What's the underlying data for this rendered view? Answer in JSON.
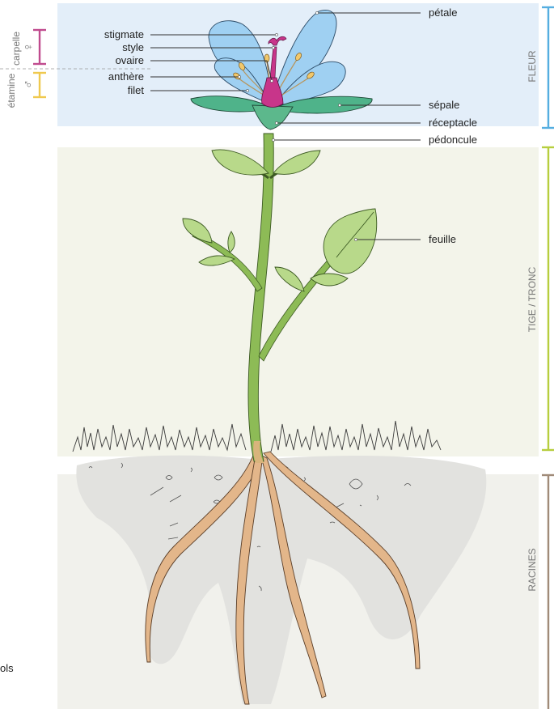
{
  "zones": {
    "fleur": "FLEUR",
    "tige": "TIGE / TRONC",
    "racines": "RACINES"
  },
  "organs": {
    "carpelle": "carpelle",
    "etamine": "étamine",
    "female_symbol": "♀",
    "male_symbol": "♂"
  },
  "labels_left": {
    "stigmate": "stigmate",
    "style": "style",
    "ovaire": "ovaire",
    "anthere": "anthère",
    "filet": "filet"
  },
  "labels_right": {
    "petale": "pétale",
    "sepale": "sépale",
    "receptacle": "réceptacle",
    "pedoncule": "pédoncule",
    "feuille": "feuille"
  },
  "footer_fragment": "ols",
  "colors": {
    "fleur_band": "#e3eef9",
    "tige_band": "#f3f4ea",
    "racines_band": "#f1f1ec",
    "fleur_bar": "#55aee0",
    "tige_bar": "#b7ce3e",
    "racines_bar": "#a08b79",
    "carpelle_bar": "#c04b8e",
    "etamine_bar": "#efc94f",
    "petal": "#9fd0f2",
    "sepal": "#4fb38a",
    "stem": "#8dbb56",
    "leaf": "#b8d98a",
    "root": "#e3b68a",
    "pistil": "#c8358a"
  }
}
